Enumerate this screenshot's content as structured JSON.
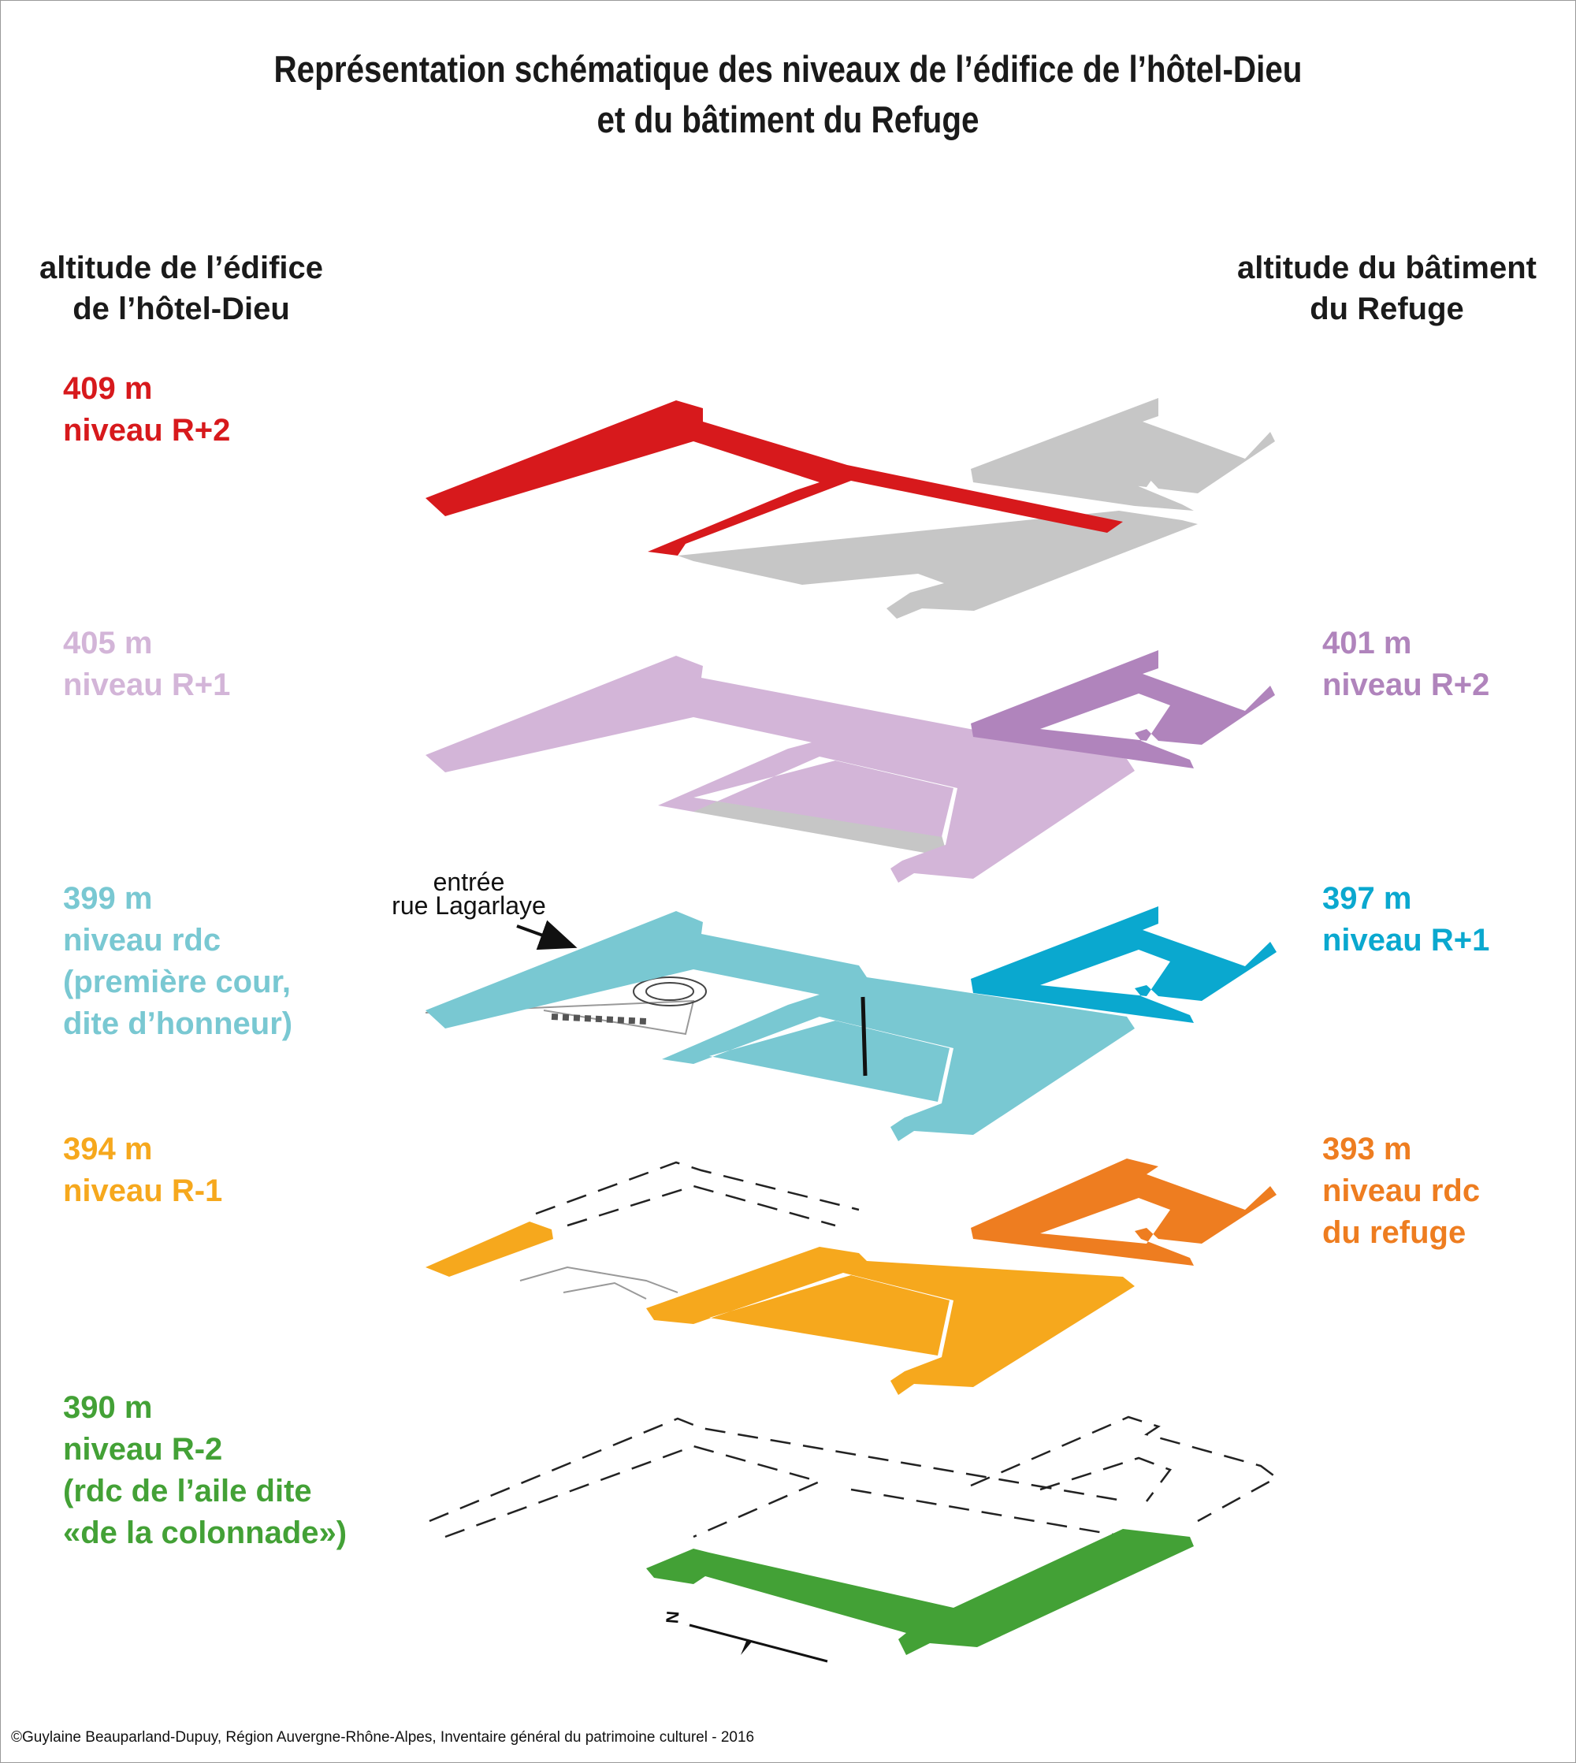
{
  "title": {
    "line1": "Représentation schématique des niveaux de l’édifice de l’hôtel-Dieu",
    "line2": "et du bâtiment du Refuge"
  },
  "left_header": {
    "line1": "altitude de l’édifice",
    "line2": "de l’hôtel-Dieu"
  },
  "right_header": {
    "line1": "altitude du bâtiment",
    "line2": "du Refuge"
  },
  "colors": {
    "r2_hotel": "#d7191c",
    "r1_hotel": "#d3b5d8",
    "rdc_hotel": "#79c8d2",
    "rm1_hotel": "#f6a81d",
    "rm2_hotel": "#43a136",
    "r2_refuge": "#b084bc",
    "r1_refuge": "#0aa8cf",
    "rdc_refuge": "#ee7d20",
    "ghost": "#c6c6c6"
  },
  "levels_left": [
    {
      "altitude": "409 m",
      "lines": [
        "niveau R+2"
      ]
    },
    {
      "altitude": "405 m",
      "lines": [
        "niveau R+1"
      ]
    },
    {
      "altitude": "399 m",
      "lines": [
        "niveau rdc",
        "(première cour,",
        "dite d’honneur)"
      ]
    },
    {
      "altitude": "394 m",
      "lines": [
        "niveau R-1"
      ]
    },
    {
      "altitude": "390 m",
      "lines": [
        "niveau R-2",
        "(rdc de l’aile dite",
        "«de la colonnade»)"
      ]
    }
  ],
  "levels_right": [
    {
      "altitude": "401 m",
      "lines": [
        "niveau R+2"
      ]
    },
    {
      "altitude": "397 m",
      "lines": [
        "niveau R+1"
      ]
    },
    {
      "altitude": "393 m",
      "lines": [
        "niveau rdc",
        "du refuge"
      ]
    }
  ],
  "entrance": {
    "line1": "entrée",
    "line2": "rue Lagarlaye"
  },
  "north_label": "N",
  "credit": "©Guylaine Beauparland-Dupuy, Région Auvergne-Rhône-Alpes, Inventaire général du patrimoine culturel - 2016"
}
